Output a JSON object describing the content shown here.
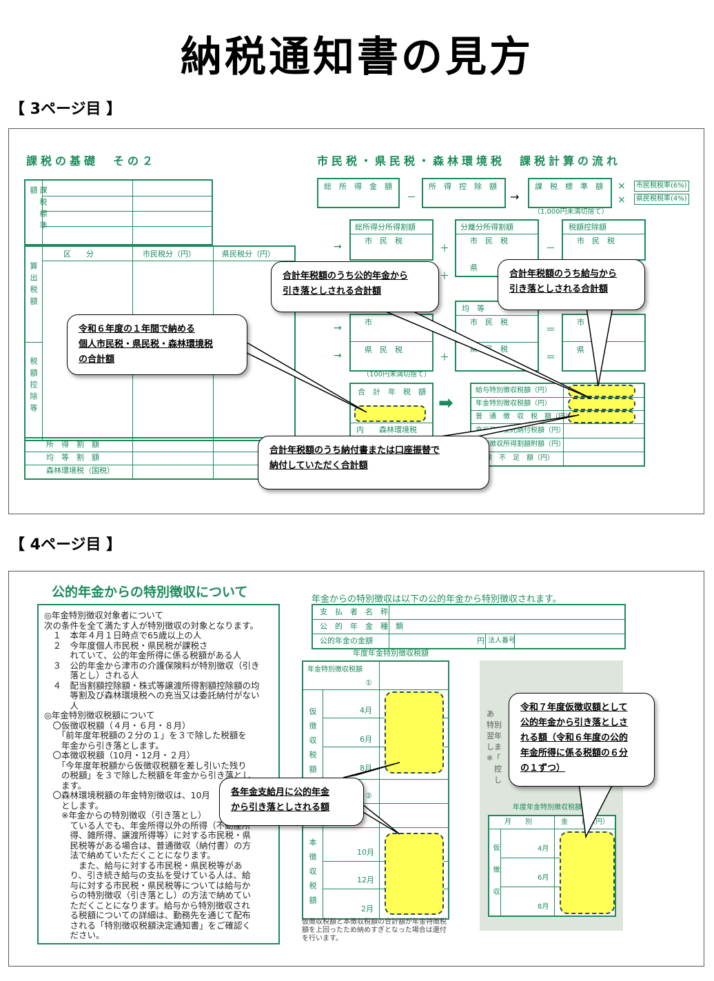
{
  "title": "納税通知書の見方",
  "page3": {
    "label": "【 3ページ目 】",
    "left_header": "課税の基礎　その２",
    "right_header": "市民税・県民税・森林環境税　課税計算の流れ",
    "row_labels": {
      "kazei": "課税標準額",
      "sanshutsu": "算出税額",
      "koujo": "税額控除等"
    },
    "col_headers": {
      "kubun": "区　　分",
      "shimin": "市民税分（円）",
      "ken": "県民税分（円）"
    },
    "bottom_rows": [
      "所　得　割　額",
      "均　等　割　額",
      "森林環境税（国税）"
    ],
    "flow": {
      "soshotoku": "総　所　得　金　額",
      "shotoku_koujo": "所　得　控　除　額",
      "kazei_hyoujun": "課　税　標　準　額",
      "minus": "－",
      "arrow": "→",
      "rate_shimin": "市民税税率(6%)",
      "rate_ken": "県民税税率(4%)",
      "times": "×",
      "round1000": "（1,000円未満切捨て）",
      "soshotoku_wari": "総所得分所得割額",
      "bunri_wari": "分離分所得割額",
      "zeigaku_koujo": "税額控除額",
      "kintou": "均　等",
      "shimin": "市　民　税",
      "ken": "県　民　税",
      "ken_short": "県",
      "shimin_short": "市",
      "plus": "＋",
      "equals": "＝",
      "round100": "（100円未満切捨て）",
      "goukei_nenzeigaku": "合　計　年　税　額",
      "uchi_shinrin": "内　　森林環境税",
      "right_arrow": "➡",
      "kyuyo_tokubetsu": "給与特別徴収税額（円）",
      "nenkin_tokubetsu": "年金特別徴収税額（円）",
      "futsu_choshu": "普　通　徴　収　税　額（円）",
      "juutou": "充当又は委託納付税額（円）",
      "kifuyo": "特別徴収所得割額附額（円）",
      "fusoku": "除　不　足　額（円）"
    },
    "bubbles": {
      "b1": "令和６年度の１年間で納める\n個人市民税・県民税・森林環境税\nの合計額",
      "b2": "合計年税額のうち公的年金から\n引き落としされる合計額",
      "b3": "合計年税額のうち給与から\n引き落としされる合計額",
      "b4": "合計年税額のうち納付書または口座振替で\n納付していただく合計額"
    }
  },
  "page4": {
    "label": "【 4ページ目 】",
    "header": "公的年金からの特別徴収について",
    "left_text": [
      "◎年金特別徴収対象者について",
      "次の条件を全て満たす人が特別徴収の対象となります。",
      "　１　本年４月１日時点で65歳以上の人",
      "　２　今年度個人市民税・県民税が課税さ",
      "　　　れていて、公的年金所得に係る税額がある人",
      "　３　公的年金から津市の介護保険料が特別徴収（引き",
      "　　　落とし）される人",
      "　４　配当割額控除額・株式等譲渡所得割額控除額の均",
      "　　　等割及び森林環境税への充当又は委託納付がない",
      "　　　人",
      "◎年金特別徴収税額について",
      "　〇仮徴収税額（４月・６月・８月）",
      "　　「前年度年税額の２分の１」を３で除した税額を",
      "　　年金から引き落とします。",
      "　〇本徴収税額（10月・12月・２月）",
      "　　「今年度年税額から仮徴収税額を差し引いた残り",
      "　　の税額」を３で除した税額を年金から引き落とし",
      "　　ます。",
      "　〇森林環境税額の年金特別徴収は、10月",
      "　　とします。",
      "　　※年金からの特別徴収（引き落とし）",
      "　　　ている人でも、年金所得以外の所得（不動産所",
      "　　　得、雑所得、譲渡所得等）に対する市民税・県",
      "　　　民税等がある場合は、普通徴収（納付書）の方",
      "　　　法で納めていただくことになります。",
      "　　　　また、給与に対する市民税・県民税等があ",
      "　　　り、引き続き給与の支払を受けている人は、給",
      "　　　与に対する市民税・県民税等については給与か",
      "　　　らの特別徴収（引き落とし）の方法で納めてい",
      "　　　ただくことになります。給与から特別徴収され",
      "　　　る税額についての詳細は、勤務先を通じて配布",
      "　　　される「特別徴収税額決定通知書」をご確認く",
      "　　　ださい。"
    ],
    "right_intro": "年金からの特別徴収は以下の公的年金から特別徴収されます。",
    "info_rows": [
      "支　払　者　名　称",
      "公　的　年　金　種　類",
      "公的年金の金額"
    ],
    "yen": "円",
    "houjin": "法人番号",
    "table_title": "年度年金特別徴収税額",
    "table_header": "年金特別徴収税額",
    "circle1": "①",
    "circle2": "②",
    "kari": "仮徴収税額",
    "hon": "本徴収税額",
    "months_kari": [
      "4月",
      "6月",
      "8月"
    ],
    "months_hon": [
      "10月",
      "12月",
      "2月"
    ],
    "footnote": "仮徴収税額と本徴収税額の合計額が年金特徴税額を上回ったため納めすぎとなった場合は還付を行います。",
    "gray_text": [
      "あ",
      "特別",
      "翌年",
      "しま",
      "※「",
      "　控",
      "　し"
    ],
    "small_table_title": "年度年金特別徴収税額",
    "small_cols": [
      "月　　別",
      "金　　額（円）"
    ],
    "small_kari": "仮徴収",
    "small_months": [
      "4月",
      "6月",
      "8月"
    ],
    "bubbles": {
      "b5": "各年金支給月に公的年金\nから引き落としされる額",
      "b6": "令和７年度仮徴収額として\n公的年金から引き落としさ\nれる額（令和６年度の公的\n年金所得に係る税額の６分\nの１ずつ）"
    }
  }
}
